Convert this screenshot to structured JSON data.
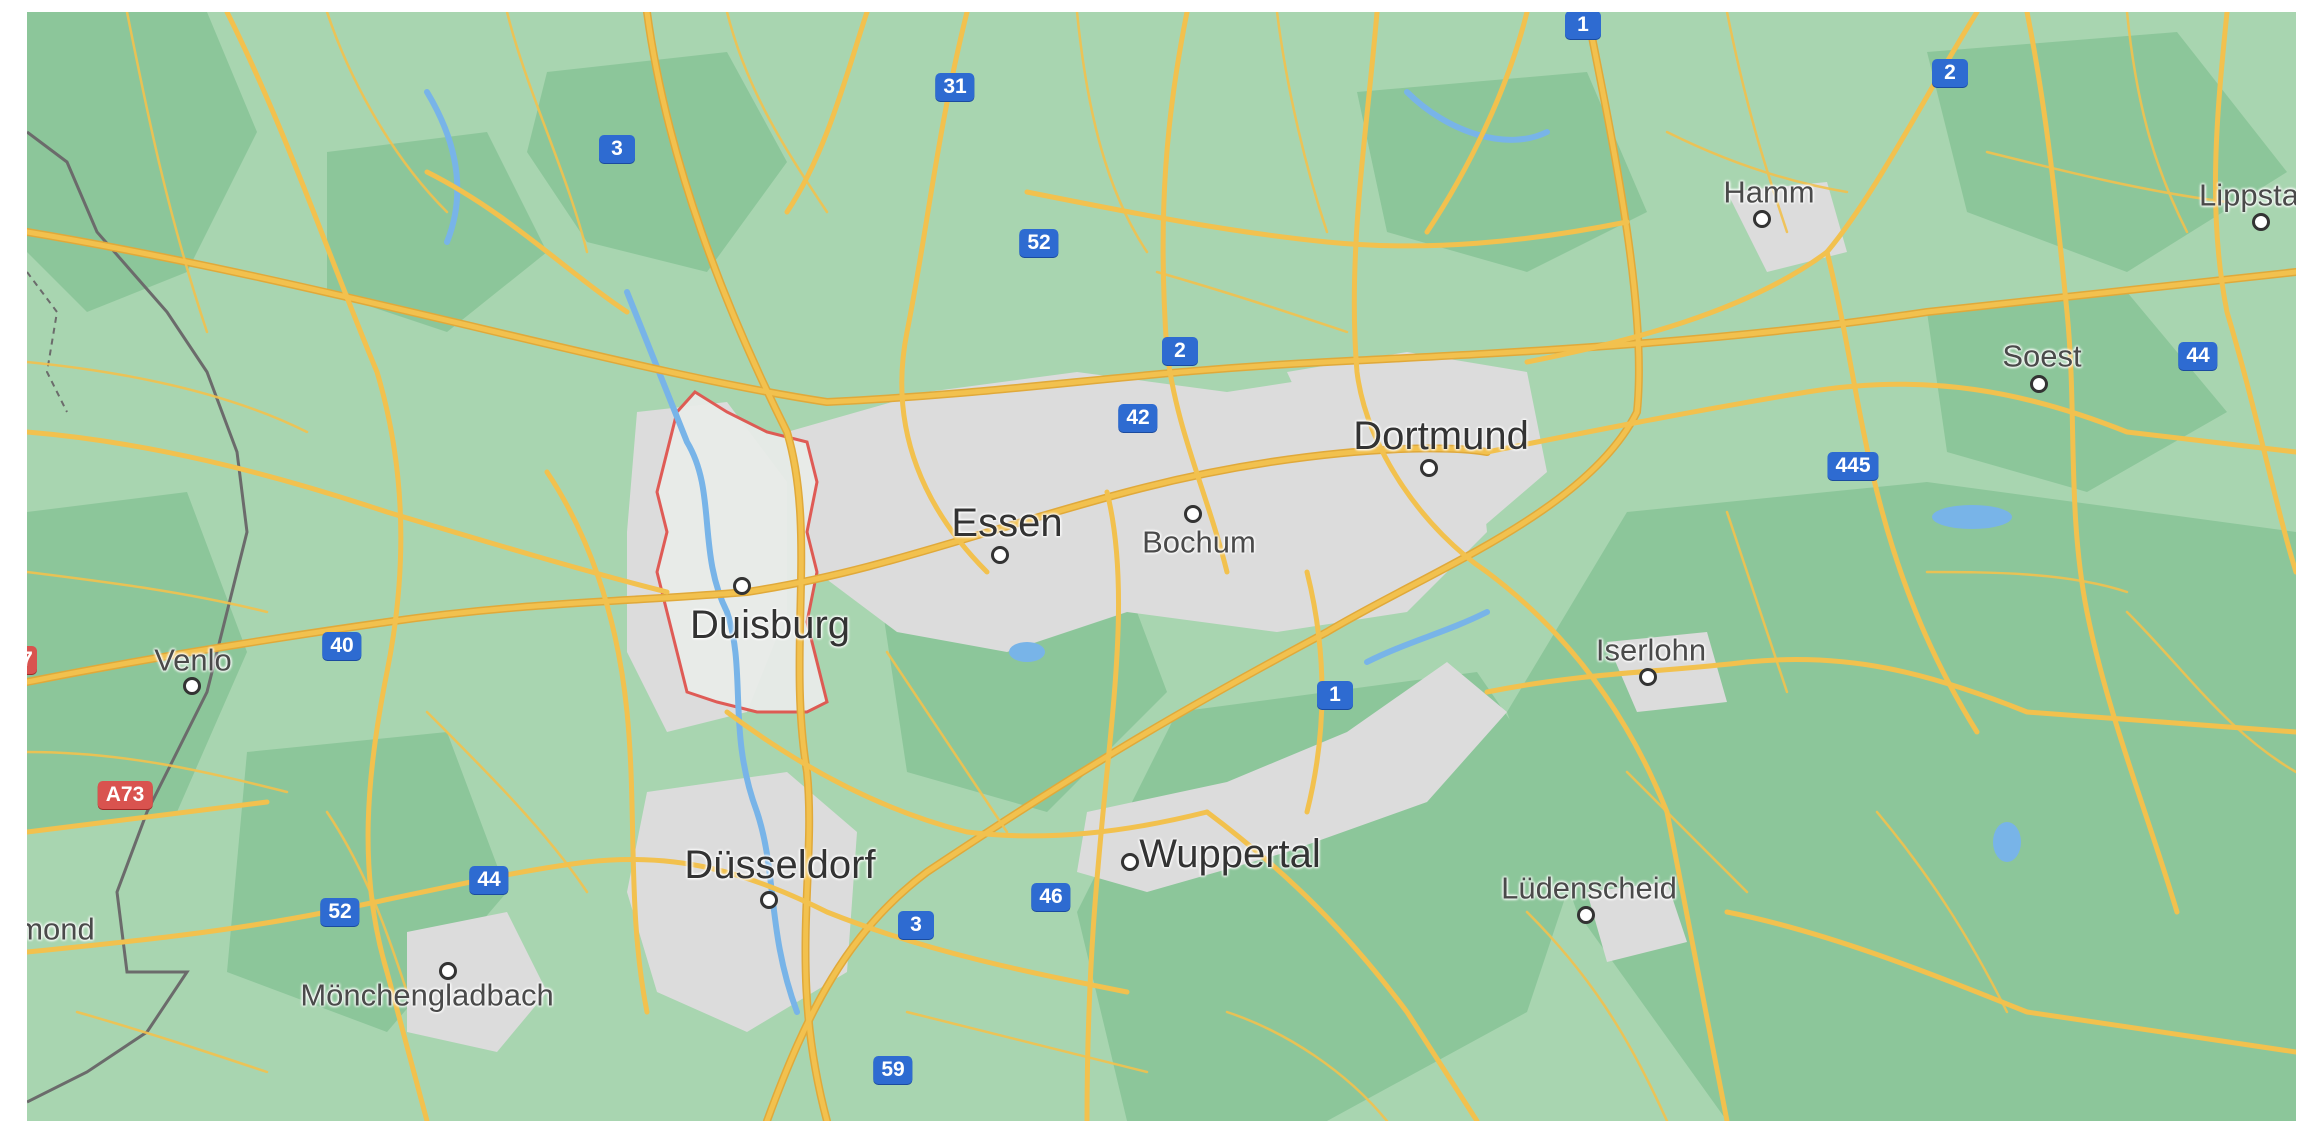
{
  "map": {
    "colors": {
      "land": "#a8d5b0",
      "forest": "#8cc69a",
      "urban": "#dcdcdc",
      "road_major": "#f2c14e",
      "road_outline": "#e0a93a",
      "water": "#78b4e8",
      "border": "#6b6b6b",
      "district_outline": "#e0554f",
      "highway_shield": "#2e6bd1",
      "european_shield": "#d9534f"
    },
    "cities": [
      {
        "id": "duisburg",
        "name": "Duisburg",
        "rank": "major"
      },
      {
        "id": "essen",
        "name": "Essen",
        "rank": "major"
      },
      {
        "id": "dortmund",
        "name": "Dortmund",
        "rank": "major"
      },
      {
        "id": "duesseldorf",
        "name": "Düsseldorf",
        "rank": "major"
      },
      {
        "id": "wuppertal",
        "name": "Wuppertal",
        "rank": "major"
      },
      {
        "id": "bochum",
        "name": "Bochum",
        "rank": "mid"
      },
      {
        "id": "hamm",
        "name": "Hamm",
        "rank": "mid"
      },
      {
        "id": "soest",
        "name": "Soest",
        "rank": "mid"
      },
      {
        "id": "iserlohn",
        "name": "Iserlohn",
        "rank": "mid"
      },
      {
        "id": "luedenscheid",
        "name": "Lüdenscheid",
        "rank": "mid"
      },
      {
        "id": "venlo",
        "name": "Venlo",
        "rank": "mid"
      },
      {
        "id": "moenchengladbach",
        "name": "Mönchengladbach",
        "rank": "mid"
      },
      {
        "id": "lippstadt",
        "name": "Lippsta",
        "rank": "mid"
      },
      {
        "id": "roermond",
        "name": "mond",
        "rank": "mid"
      }
    ],
    "highway_shields": [
      {
        "id": "a1-top",
        "label": "1"
      },
      {
        "id": "a2-top",
        "label": "2"
      },
      {
        "id": "a31",
        "label": "31"
      },
      {
        "id": "a3-north",
        "label": "3"
      },
      {
        "id": "a52-north",
        "label": "52"
      },
      {
        "id": "a2-mid",
        "label": "2"
      },
      {
        "id": "a42",
        "label": "42"
      },
      {
        "id": "a445",
        "label": "445"
      },
      {
        "id": "a44-east",
        "label": "44"
      },
      {
        "id": "a40",
        "label": "40"
      },
      {
        "id": "a1-mid",
        "label": "1"
      },
      {
        "id": "a44-west",
        "label": "44"
      },
      {
        "id": "a52-west",
        "label": "52"
      },
      {
        "id": "a3-south",
        "label": "3"
      },
      {
        "id": "a46",
        "label": "46"
      },
      {
        "id": "a59",
        "label": "59"
      },
      {
        "id": "a73",
        "label": "A73"
      },
      {
        "id": "a67",
        "label": "7"
      }
    ]
  }
}
